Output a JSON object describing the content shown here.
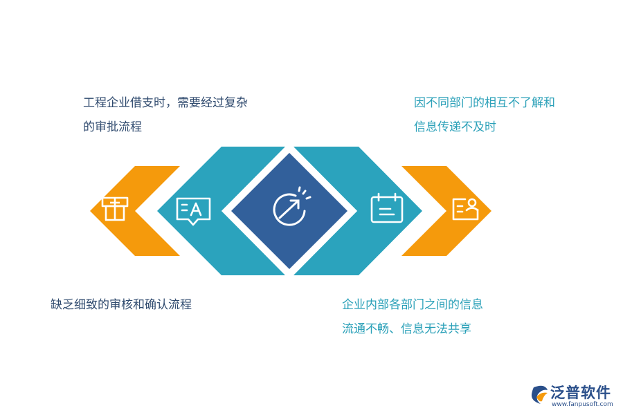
{
  "captions": {
    "top_left": [
      "工程企业借支时，需要经过复杂",
      "的审批流程"
    ],
    "top_right": [
      "因不同部门的相互不了解和",
      "信息传递不及时"
    ],
    "bottom_left": [
      "缺乏细致的审核和确认流程"
    ],
    "bottom_right": [
      "企业内部各部门之间的信息",
      "流通不畅、信息无法共享"
    ]
  },
  "colors": {
    "orange": "#f59a0c",
    "teal": "#2ba3bd",
    "navy": "#32609b",
    "dark_text": "#2f4a6e",
    "teal_text": "#2aa0b8"
  },
  "icons": {
    "left_orange": "box-icon",
    "left_teal": "translate-icon",
    "center": "growth-gauge-icon",
    "right_teal": "calendar-icon",
    "right_orange": "profile-card-icon"
  },
  "brand": {
    "name": "泛普软件",
    "url": "www.fanpusoft.com"
  }
}
